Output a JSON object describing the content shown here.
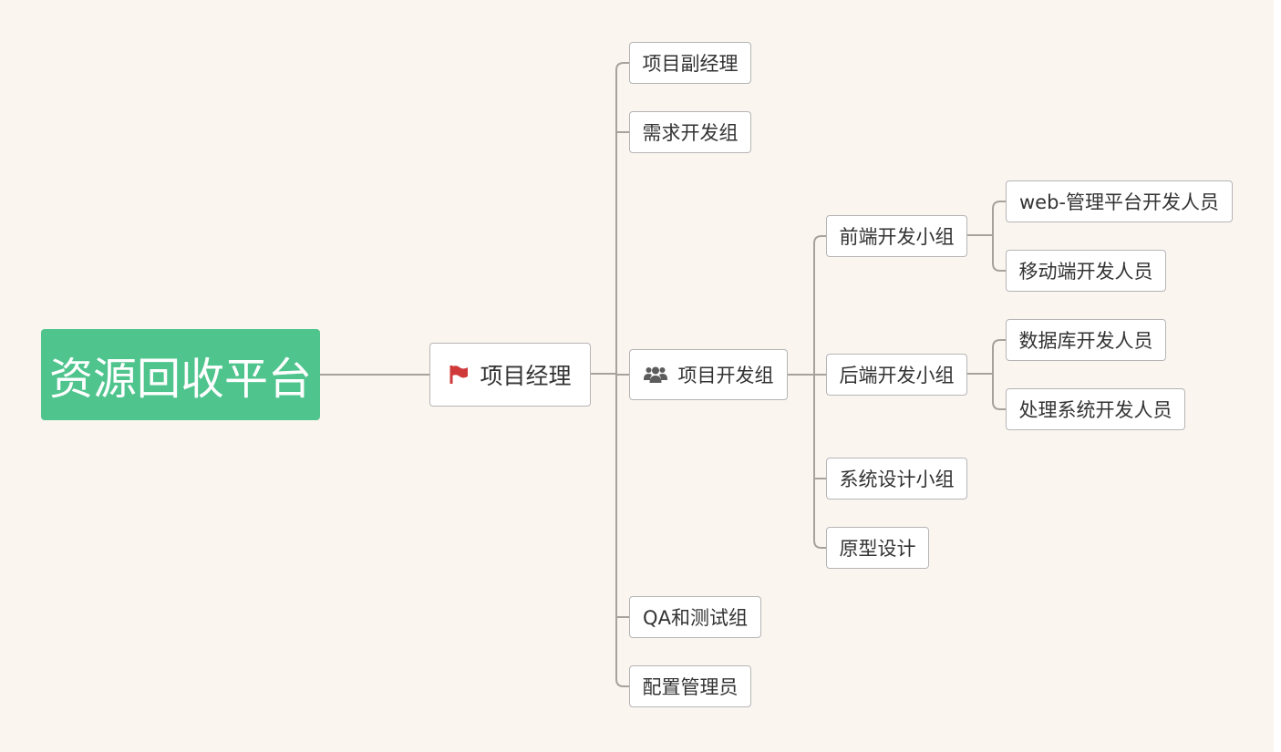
{
  "root": {
    "label": "资源回收平台"
  },
  "manager": {
    "label": "项目经理",
    "icon": "flag-icon",
    "icon_color": "#d0393a"
  },
  "children": {
    "deputy": {
      "label": "项目副经理"
    },
    "requirements": {
      "label": "需求开发组"
    },
    "dev": {
      "label": "项目开发组",
      "icon": "group-icon",
      "icon_color": "#5c5c5c"
    },
    "qa": {
      "label": "QA和测试组"
    },
    "config": {
      "label": "配置管理员"
    }
  },
  "dev_teams": {
    "frontend": {
      "label": "前端开发小组"
    },
    "backend": {
      "label": "后端开发小组"
    },
    "sysdesign": {
      "label": "系统设计小组"
    },
    "prototype": {
      "label": "原型设计"
    }
  },
  "frontend_members": {
    "web": {
      "label": "web-管理平台开发人员"
    },
    "mobile": {
      "label": "移动端开发人员"
    }
  },
  "backend_members": {
    "db": {
      "label": "数据库开发人员"
    },
    "processing": {
      "label": "处理系统开发人员"
    }
  },
  "colors": {
    "background": "#fbf5f0",
    "root_fill": "#4fc48d",
    "connector": "#a8a29d",
    "node_border": "#b5b5b5"
  }
}
